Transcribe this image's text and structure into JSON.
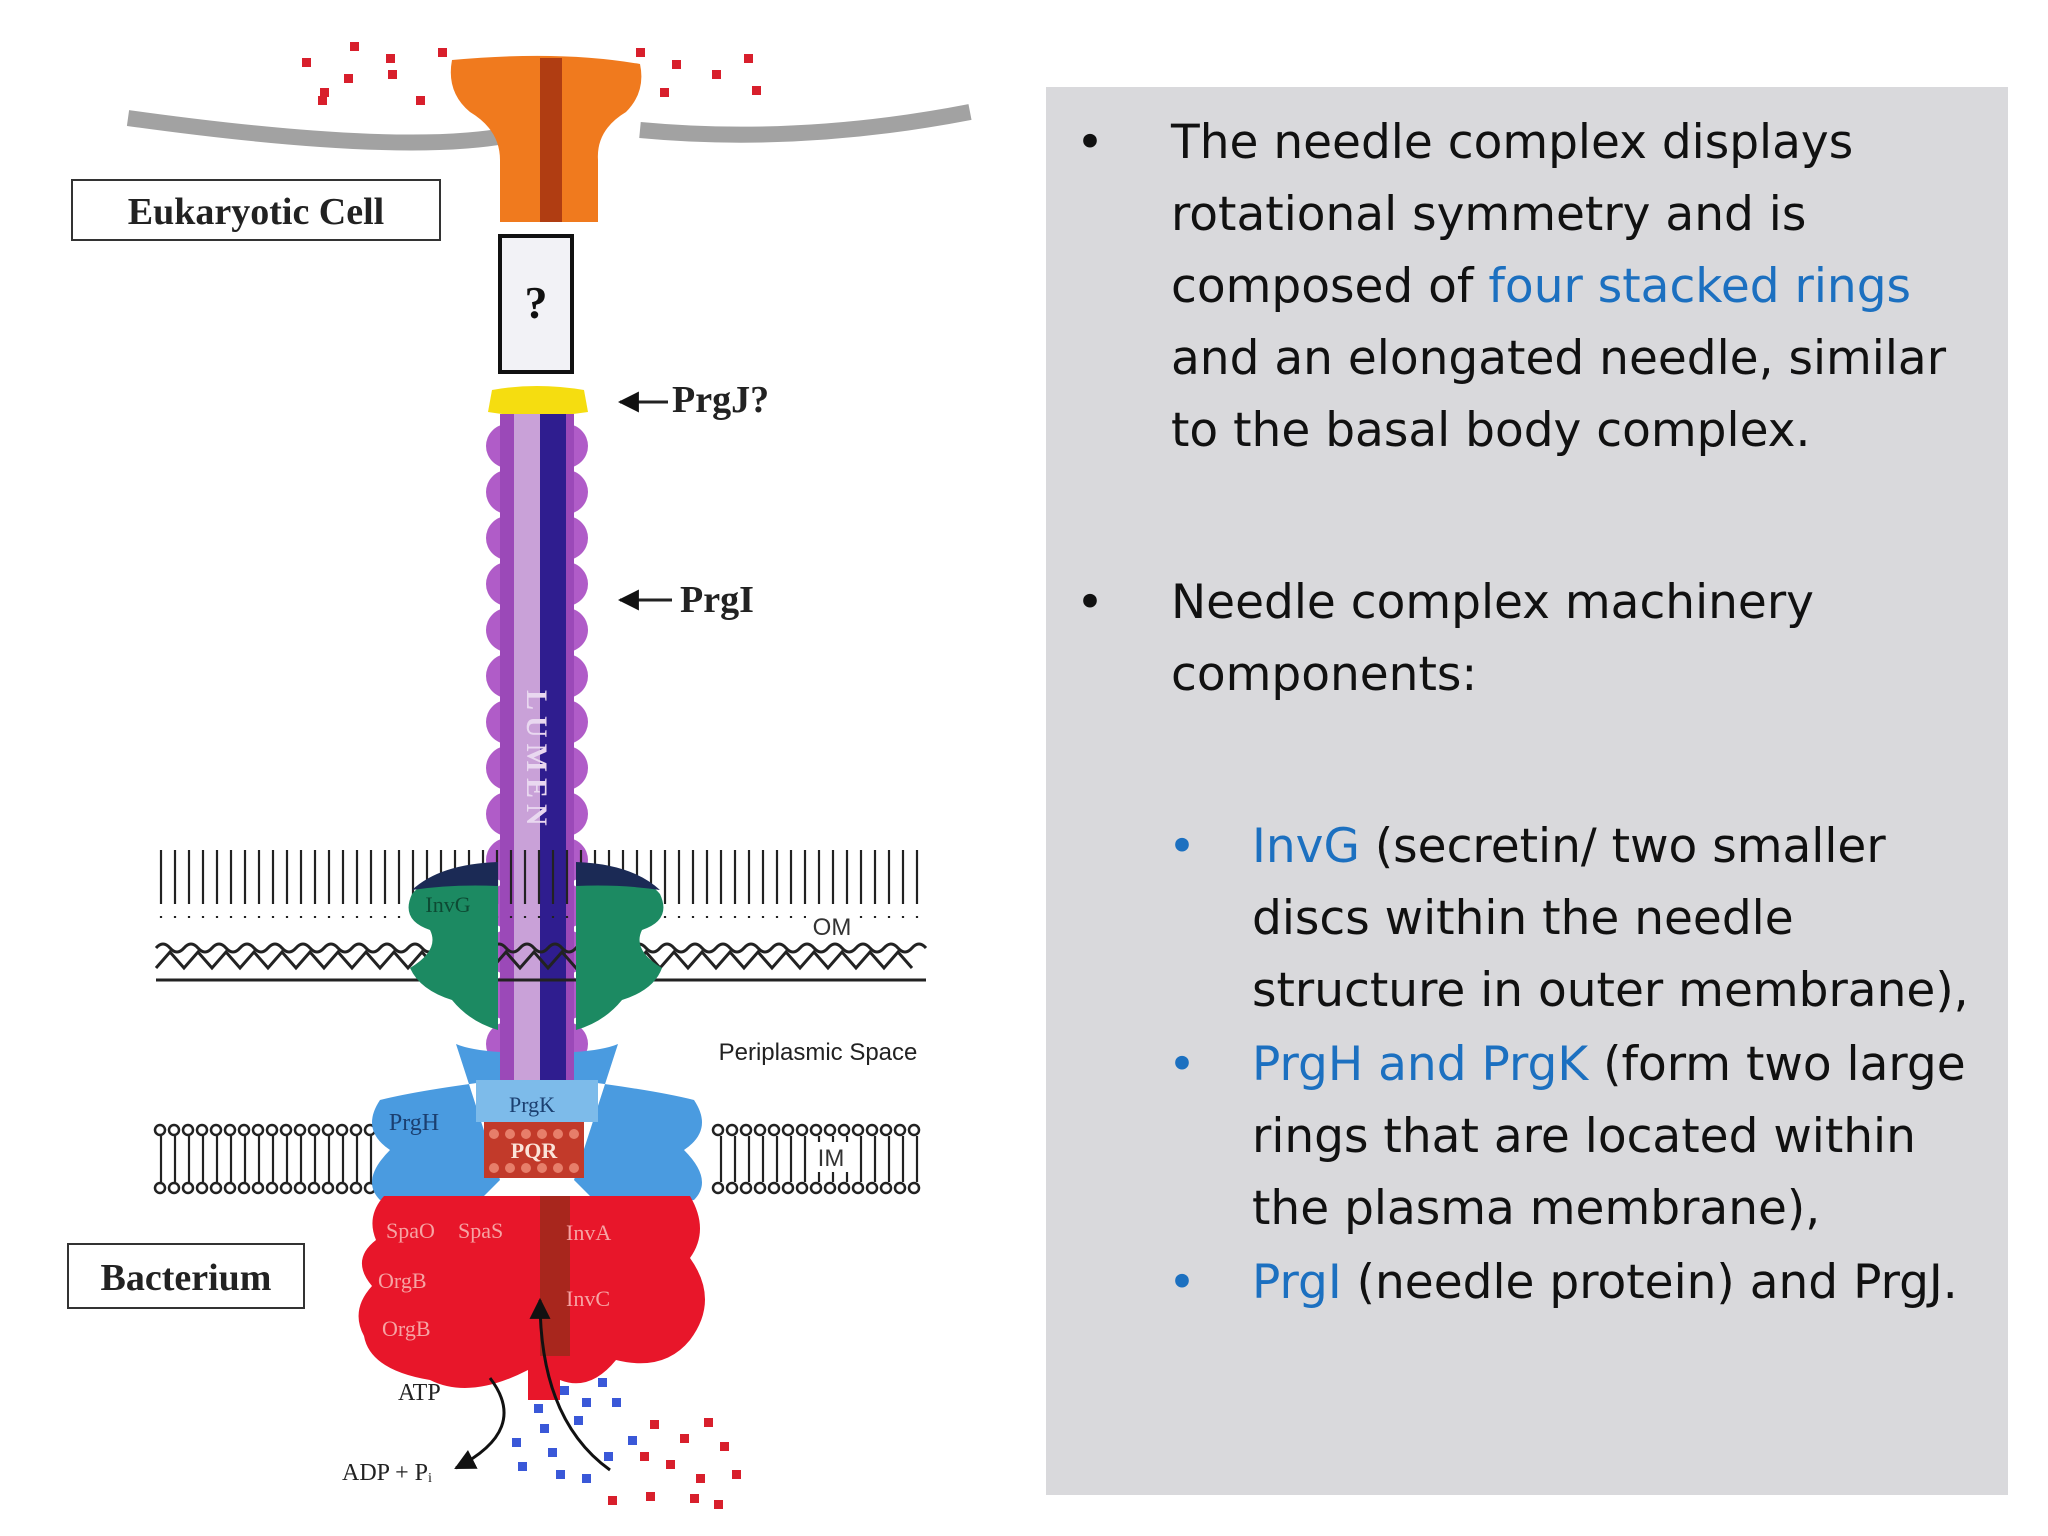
{
  "diagram": {
    "label_eukaryotic": "Eukaryotic Cell",
    "label_bacterium": "Bacterium",
    "label_question": "?",
    "label_prgj": "PrgJ?",
    "label_prgi": "PrgI",
    "label_lumen": "LUMEN",
    "label_invg": "InvG",
    "label_om": "OM",
    "label_periplasmic": "Periplasmic Space",
    "label_prgk": "PrgK",
    "label_prgh": "PrgH",
    "label_pqr": "PQR",
    "label_im": "IM",
    "label_spao": "SpaO",
    "label_spas": "SpaS",
    "label_inva": "InvA",
    "label_orgb1": "OrgB",
    "label_orgb2": "OrgB",
    "label_invc": "InvC",
    "label_atp": "ATP",
    "label_adp": "ADP + Pᵢ",
    "colors": {
      "needle_purple": "#8b3fa8",
      "lumen_dark": "#2f1d8f",
      "tip_orange": "#f07a1e",
      "prgj_yellow": "#f5dd10",
      "invg_green": "#1c8a62",
      "prgh_blue": "#4a9be0",
      "base_red": "#e8162a",
      "membrane_gray": "#9a9a9a"
    }
  },
  "text": {
    "bullet1": {
      "part1": "The needle complex displays rotational symmetry and is composed of ",
      "highlight": "four stacked rings",
      "part2": " and an elongated needle, similar to the basal body complex."
    },
    "bullet2": "Needle complex machinery components:",
    "sub1": {
      "highlight": "InvG",
      "rest": " (secretin/ two smaller discs within the needle structure in outer membrane),"
    },
    "sub2": {
      "highlight": "PrgH and PrgK",
      "rest": " (form two large rings that are located within the plasma membrane),"
    },
    "sub3": {
      "highlight": "PrgI",
      "rest": " (needle protein) and PrgJ."
    }
  }
}
